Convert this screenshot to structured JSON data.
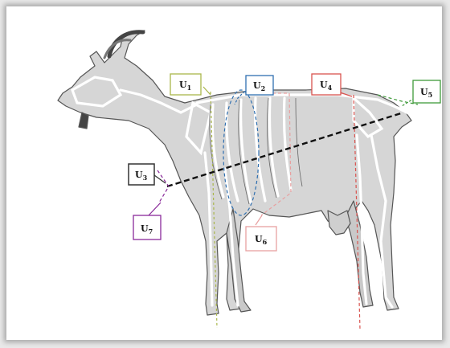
{
  "labels": [
    {
      "id": "u1",
      "main": "U",
      "sub": "1",
      "color": "#a9b64a"
    },
    {
      "id": "u2",
      "main": "U",
      "sub": "2",
      "color": "#2f6fb0"
    },
    {
      "id": "u3",
      "main": "U",
      "sub": "3",
      "color": "#222222"
    },
    {
      "id": "u4",
      "main": "U",
      "sub": "4",
      "color": "#d9534f"
    },
    {
      "id": "u5",
      "main": "U",
      "sub": "5",
      "color": "#3f9a3a"
    },
    {
      "id": "u6",
      "main": "U",
      "sub": "6",
      "color": "#e8a0a0"
    },
    {
      "id": "u7",
      "main": "U",
      "sub": "7",
      "color": "#8a2a9a"
    }
  ]
}
